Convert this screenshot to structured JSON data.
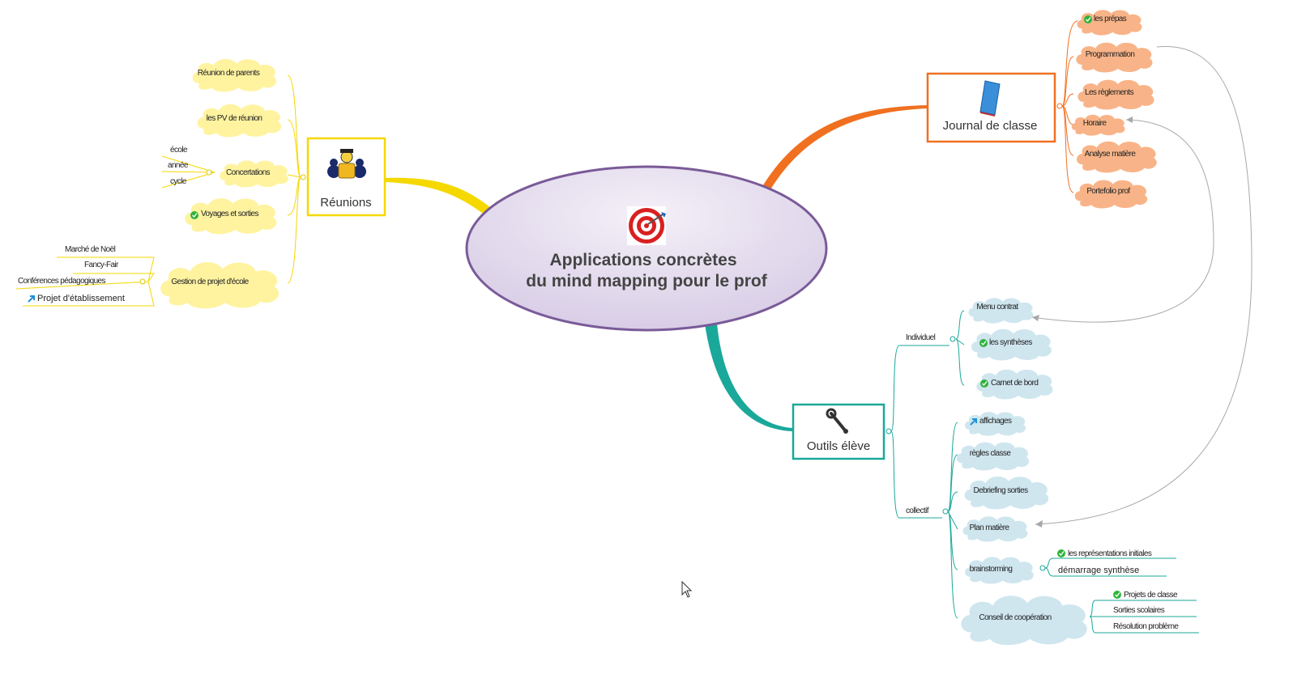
{
  "center": {
    "title_line1": "Applications concrètes",
    "title_line2": "du mind mapping pour le prof",
    "icon": "target-icon"
  },
  "colors": {
    "reunions": "#f5d800",
    "journal": "#f07020",
    "outils": "#1aa89a",
    "center_fill": "#ddd3e8",
    "center_border": "#7a5a98",
    "yellow_bubble": "#fff3a0",
    "orange_bubble": "#f8b488",
    "blue_bubble": "#cfe6ef",
    "check": "#2fb33a",
    "link_arrow": "#1e90d8"
  },
  "reunions": {
    "label": "Réunions",
    "icon": "meeting-people-icon",
    "items": [
      {
        "label": "Réunion de parents"
      },
      {
        "label": "les PV de réunion"
      },
      {
        "label": "Concertations",
        "children": [
          "école",
          "année",
          "cycle"
        ]
      },
      {
        "label": "Voyages et sorties",
        "check": true
      },
      {
        "label": "Gestion de projet d'école",
        "children": [
          "Marché de Noël",
          "Fancy-Fair",
          "Conférences pédagogiques",
          "Projet d'établissement"
        ]
      }
    ]
  },
  "journal": {
    "label": "Journal de classe",
    "icon": "book-icon",
    "items": [
      "les prépas",
      "Programmation",
      "Les règlements",
      "Horaire",
      "Analyse matière",
      "Portefolio prof"
    ]
  },
  "outils": {
    "label": "Outils élève",
    "icon": "wrench-icon",
    "groups": [
      {
        "label": "Individuel",
        "items": [
          "Menu contrat",
          "les synthèses",
          "Carnet de bord"
        ]
      },
      {
        "label": "collectif",
        "items": [
          "affichages",
          "règles classe",
          "Debriefing sorties",
          "Plan matière",
          "brainstorming",
          "Conseil de coopération"
        ]
      }
    ],
    "brainstorming_children": [
      "les représentations initiales",
      "démarrage synthèse"
    ],
    "conseil_children": [
      "Projets de classe",
      "Sorties scolaires",
      "Résolution problème"
    ]
  }
}
